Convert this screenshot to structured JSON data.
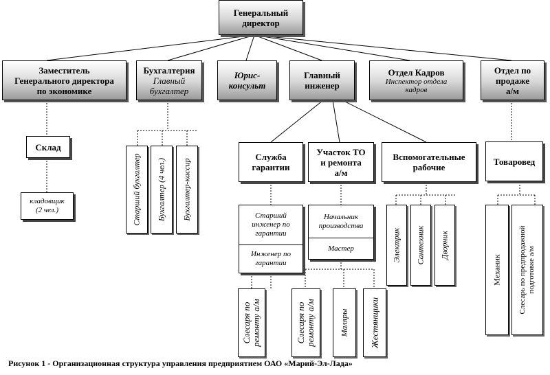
{
  "director": {
    "line1": "Генеральный",
    "line2": "директор"
  },
  "deputy": {
    "line1": "Заместитель",
    "line2": "Генерального директора",
    "line3": "по экономике"
  },
  "accounting": {
    "line1": "Бухгалтерия",
    "line2": "Главный",
    "line3": "бухгалтер"
  },
  "jurist": {
    "line1": "Юрис-",
    "line2": "консульт"
  },
  "chief_engineer": {
    "line1": "Главный",
    "line2": "инженер"
  },
  "hr": {
    "line1": "Отдел Кадров",
    "line2": "Инспектор отдела",
    "line3": "кадров"
  },
  "sales": {
    "line1": "Отдел по",
    "line2": "продаже",
    "line3": "а/м"
  },
  "warehouse": {
    "title": "Склад",
    "sub1": "кладовщик",
    "sub2": "(2 чел.)"
  },
  "acc_staff": [
    "Старший бухгалтер",
    "Бухгалтер (4 чел.)",
    "Бухгалтер-кассир"
  ],
  "warranty": {
    "title1": "Служба",
    "title2": "гарантии",
    "senior1": "Старший",
    "senior2": "инженер по",
    "senior3": "гарантии",
    "eng1": "Инженер по",
    "eng2": "гарантии",
    "mech1": "Слесаря по",
    "mech2": "ремонту а/м"
  },
  "service": {
    "title1": "Участок ТО",
    "title2": "и ремонта",
    "title3": "а/м",
    "head1": "Начальник",
    "head2": "производства",
    "master": "Мастер",
    "mech1": "Слесаря по",
    "mech2": "ремонту а/м",
    "painters": "Маляры",
    "tinsmiths": "Жестянщики"
  },
  "aux": {
    "title1": "Вспомогательные",
    "title2": "рабочие",
    "staff": [
      "Электрик",
      "Сантехник",
      "Дворник"
    ]
  },
  "merch": {
    "title": "Товаровед",
    "mechanic": "Механик",
    "prep1": "Слесарь по предпродажной",
    "prep2": "подготовке а/м"
  },
  "caption": "Рисунок 1 -  Организационная структура управления  предприятием ОАО «Марий-Эл-Лада»"
}
